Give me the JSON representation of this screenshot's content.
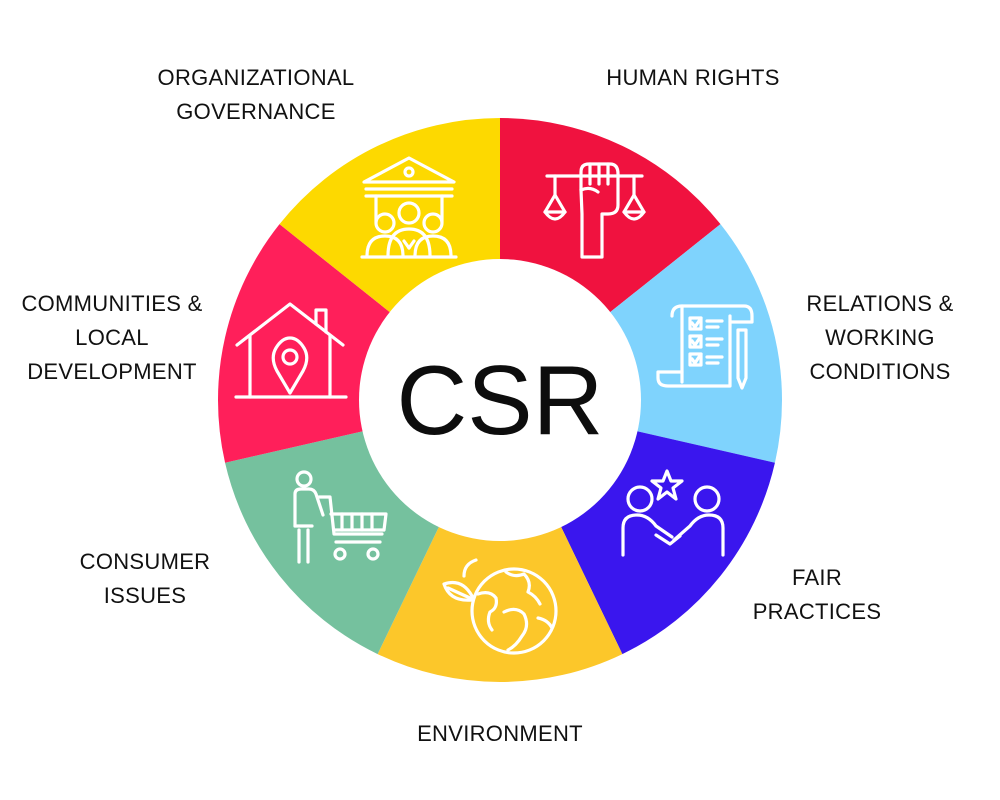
{
  "center": {
    "label": "CSR"
  },
  "segments": [
    {
      "id": "organizational-governance",
      "lines": [
        "ORGANIZATIONAL",
        "GOVERNANCE"
      ],
      "color": "#F0123F",
      "icon": "courthouse-people-icon"
    },
    {
      "id": "human-rights",
      "lines": [
        "HUMAN RIGHTS"
      ],
      "color": "#7FD3FD",
      "icon": "fist-scales-icon"
    },
    {
      "id": "relations-working-conditions",
      "lines": [
        "RELATIONS &",
        "WORKING",
        "CONDITIONS"
      ],
      "color": "#3A16EE",
      "icon": "checklist-scroll-icon"
    },
    {
      "id": "fair-practices",
      "lines": [
        "FAIR",
        "PRACTICES"
      ],
      "color": "#FCC72A",
      "icon": "handshake-star-icon"
    },
    {
      "id": "environment",
      "lines": [
        "ENVIRONMENT"
      ],
      "color": "#75C19E",
      "icon": "globe-leaf-icon"
    },
    {
      "id": "consumer-issues",
      "lines": [
        "CONSUMER",
        "ISSUES"
      ],
      "color": "#FF1F5A",
      "icon": "shopping-cart-person-icon"
    },
    {
      "id": "communities-local-development",
      "lines": [
        "COMMUNITIES &",
        "LOCAL",
        "DEVELOPMENT"
      ],
      "color": "#FDD900",
      "icon": "house-location-pin-icon"
    }
  ]
}
